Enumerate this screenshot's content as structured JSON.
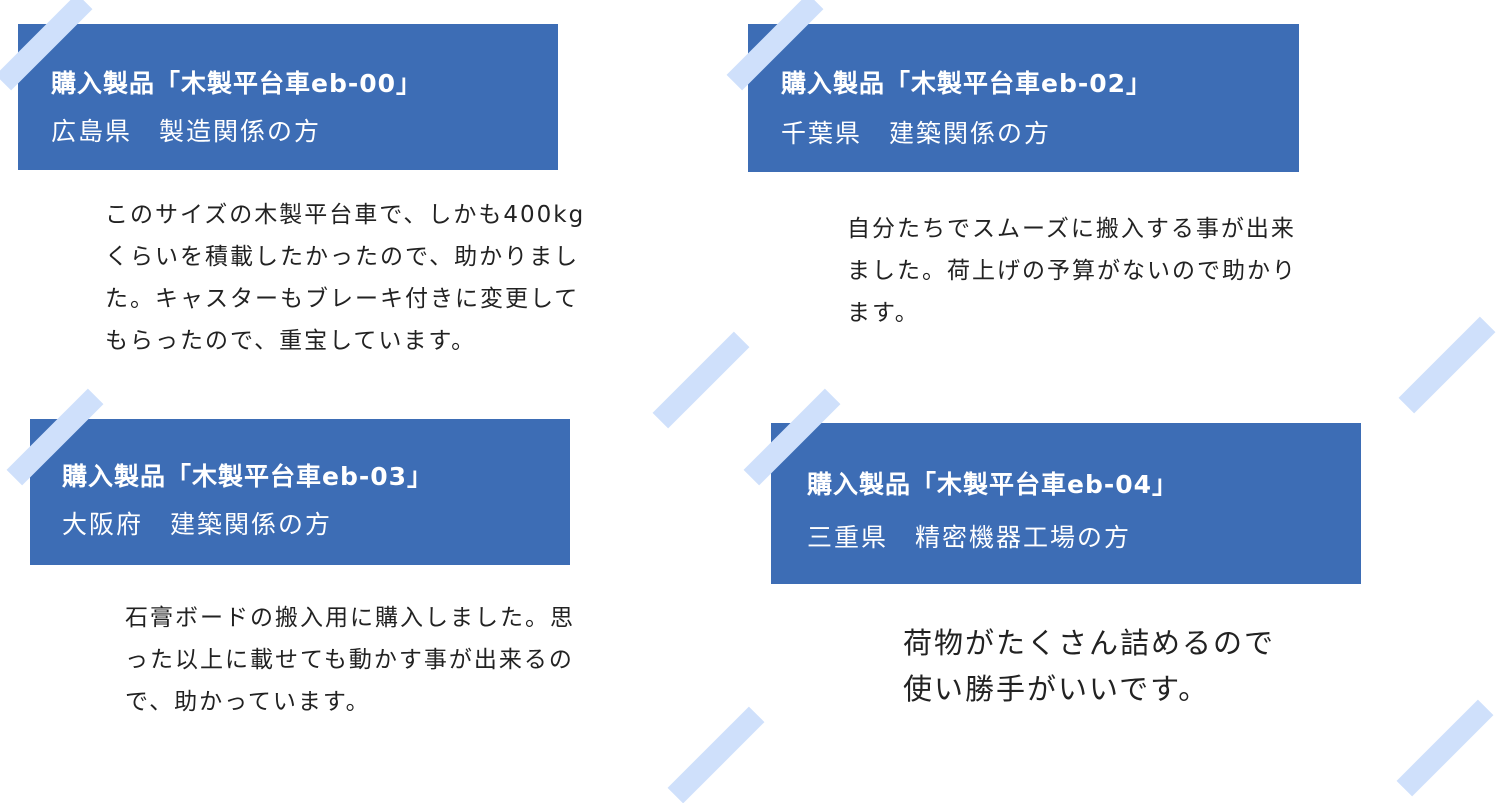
{
  "colors": {
    "header_bg": "#3d6db5",
    "tape": "#cfe0fb"
  },
  "testimonials": [
    {
      "title": "購入製品「木製平台車eb-00」",
      "subtitle": "広島県　製造関係の方",
      "body": "このサイズの木製平台車で、しかも400kg\nくらいを積載したかったので、助かりまし\nた。キャスターもブレーキ付きに変更して\nもらったので、重宝しています。"
    },
    {
      "title": "購入製品「木製平台車eb-02」",
      "subtitle": "千葉県　建築関係の方",
      "body": "自分たちでスムーズに搬入する事が出来\nました。荷上げの予算がないので助かり\nます。"
    },
    {
      "title": "購入製品「木製平台車eb-03」",
      "subtitle": "大阪府　建築関係の方",
      "body": "石膏ボードの搬入用に購入しました。思\nった以上に載せても動かす事が出来るの\nで、助かっています。"
    },
    {
      "title": "購入製品「木製平台車eb-04」",
      "subtitle": "三重県　精密機器工場の方",
      "body": "荷物がたくさん詰めるので\n使い勝手がいいです。"
    }
  ]
}
